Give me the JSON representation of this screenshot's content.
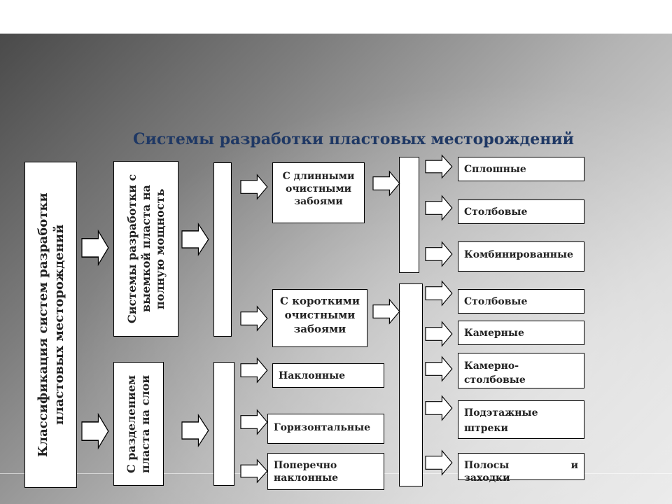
{
  "title": "Системы разработки пластовых месторождений",
  "classification": "Классификация систем разработки пластовых месторождений",
  "full_thickness": "Системы разработки с выемкой пласта на полную мощность",
  "layers": "С разделением пласта на слои",
  "long_faces": "С длинными очистными забоями",
  "short_faces": "С короткими очистными забоями",
  "inclined": "Наклонные",
  "horizontal": "Горизонтальные",
  "transverse": "Поперечно наклонные",
  "continuous": "Сплошные",
  "pillar_1": "Столбовые",
  "combined": "Комбинированные",
  "pillar_2": "Столбовые",
  "chamber": "Камерные",
  "chamber_pillar": "Камерно-столбовые",
  "sublevel": "Подэтажные штреки",
  "strips_word": "Полосы",
  "and_word": "и",
  "entries_word": "заходки"
}
